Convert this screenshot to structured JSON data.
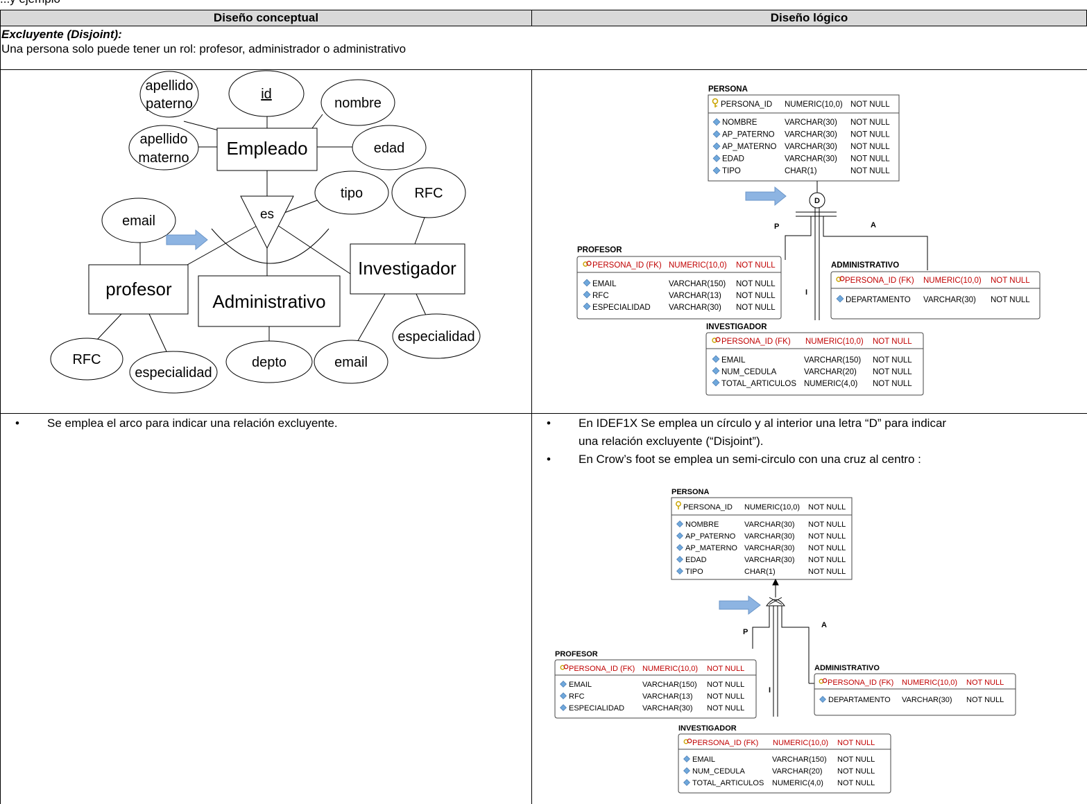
{
  "top_fragment": "...y ejemplo",
  "table": {
    "col_left_header": "Diseño conceptual",
    "col_right_header": "Diseño lógico",
    "section_title": "Excluyente (Disjoint):",
    "section_desc": "Una persona solo puede tener un rol: profesor, administrador o administrativo"
  },
  "er": {
    "entities": {
      "empleado": "Empleado",
      "profesor": "profesor",
      "administrativo": "Administrativo",
      "investigador": "Investigador"
    },
    "relationship": "es",
    "attributes": {
      "ap_paterno_1": "apellido",
      "ap_paterno_2": "paterno",
      "id": "id",
      "nombre": "nombre",
      "ap_materno_1": "apellido",
      "ap_materno_2": "materno",
      "edad": "edad",
      "tipo": "tipo",
      "rfc_inv": "RFC",
      "email_prof": "email",
      "rfc_prof": "RFC",
      "esp_prof": "especialidad",
      "depto": "depto",
      "email_inv": "email",
      "esp_inv": "especialidad"
    }
  },
  "idef": {
    "persona": {
      "title": "PERSONA",
      "pk": [
        "PERSONA_ID",
        "NUMERIC(10,0)",
        "NOT NULL"
      ],
      "cols": [
        [
          "NOMBRE",
          "VARCHAR(30)",
          "NOT NULL"
        ],
        [
          "AP_PATERNO",
          "VARCHAR(30)",
          "NOT NULL"
        ],
        [
          "AP_MATERNO",
          "VARCHAR(30)",
          "NOT NULL"
        ],
        [
          "EDAD",
          "VARCHAR(30)",
          "NOT NULL"
        ],
        [
          "TIPO",
          "CHAR(1)",
          "NOT NULL"
        ]
      ]
    },
    "profesor": {
      "title": "PROFESOR",
      "pk": [
        "PERSONA_ID (FK)",
        "NUMERIC(10,0)",
        "NOT NULL"
      ],
      "cols": [
        [
          "EMAIL",
          "VARCHAR(150)",
          "NOT NULL"
        ],
        [
          "RFC",
          "VARCHAR(13)",
          "NOT NULL"
        ],
        [
          "ESPECIALIDAD",
          "VARCHAR(30)",
          "NOT NULL"
        ]
      ]
    },
    "administrativo": {
      "title": "ADMINISTRATIVO",
      "pk": [
        "PERSONA_ID (FK)",
        "NUMERIC(10,0)",
        "NOT NULL"
      ],
      "cols": [
        [
          "DEPARTAMENTO",
          "VARCHAR(30)",
          "NOT NULL"
        ]
      ]
    },
    "investigador": {
      "title": "INVESTIGADOR",
      "pk": [
        "PERSONA_ID (FK)",
        "NUMERIC(10,0)",
        "NOT NULL"
      ],
      "cols": [
        [
          "EMAIL",
          "VARCHAR(150)",
          "NOT NULL"
        ],
        [
          "NUM_CEDULA",
          "VARCHAR(20)",
          "NOT NULL"
        ],
        [
          "TOTAL_ARTICULOS",
          "NUMERIC(4,0)",
          "NOT NULL"
        ]
      ]
    },
    "disc_letter": "D",
    "label_p": "P",
    "label_a": "A",
    "label_i": "I"
  },
  "bullets": {
    "left": "Se emplea el arco para indicar  una relación excluyente.",
    "right1a": "En IDEF1X Se emplea un círculo y al interior una letra “D” para indicar",
    "right1b": "una relación  excluyente (“Disjoint”).",
    "right2": "En Crow’s foot se emplea un semi-circulo   con una cruz al centro :",
    "dot": "•"
  },
  "colors": {
    "header_bg": "#d9d9d9",
    "fk_red": "#c00000",
    "arrow_blue": "#8db4e2",
    "key_yellow": "#c9a400",
    "diamond_blue": "#6fa8dc"
  }
}
